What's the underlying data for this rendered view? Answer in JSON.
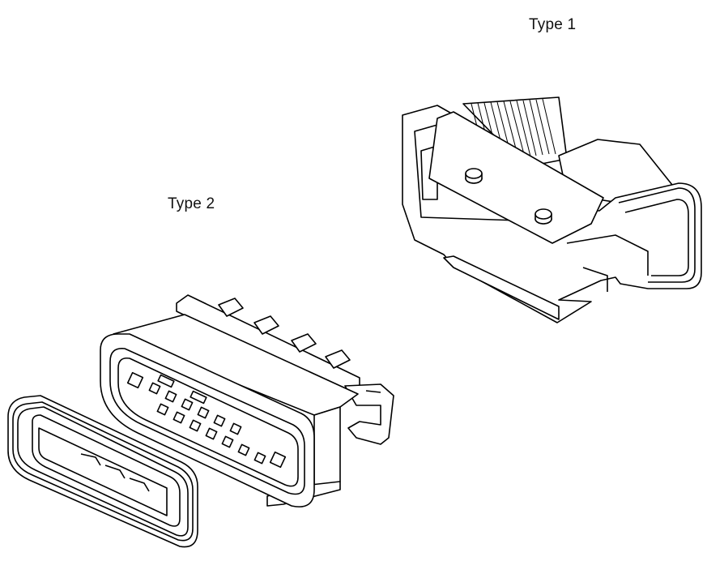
{
  "labels": {
    "type1": "Type 1",
    "type2": "Type 2"
  },
  "drawing": {
    "style": "black line-art on white",
    "parts": [
      "connector-type-1",
      "connector-type-2",
      "seal-gasket"
    ]
  }
}
